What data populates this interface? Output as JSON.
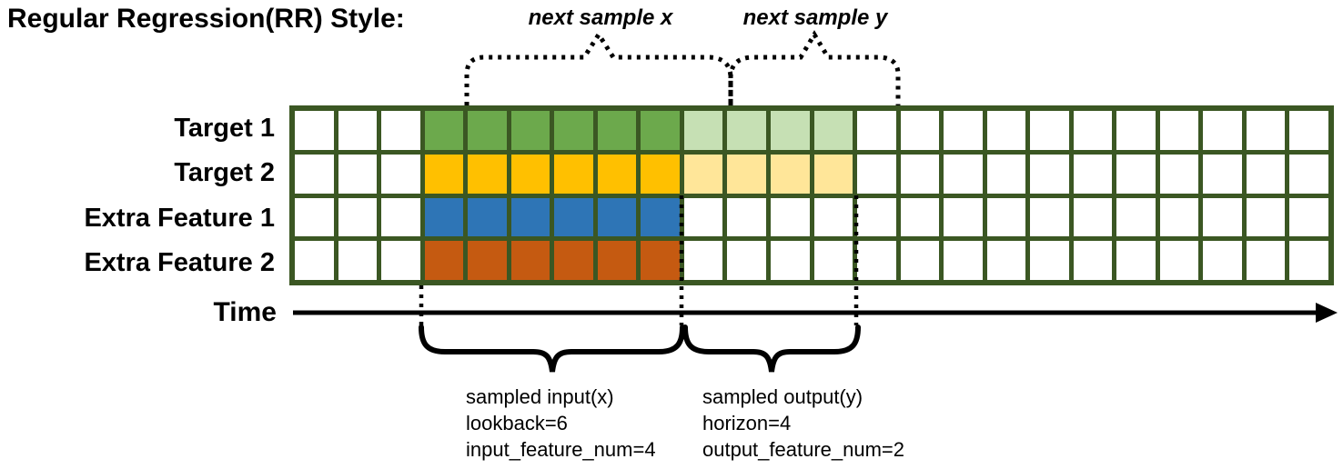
{
  "title": "Regular Regression(RR) Style:",
  "top_annotations": {
    "next_sample_x": "next sample x",
    "next_sample_y": "next sample y"
  },
  "grid": {
    "columns_total": 24,
    "regions": {
      "pre_cols": 3,
      "lookback_cols": 6,
      "horizon_cols": 4,
      "post_cols": 11
    },
    "border_color": "#3B5723",
    "empty_color": "#FFFFFF",
    "rows": [
      {
        "label": "Target 1",
        "lookback_color": "#6CA94C",
        "horizon_color": "#C6E0B4"
      },
      {
        "label": "Target 2",
        "lookback_color": "#FFC000",
        "horizon_color": "#FFE699"
      },
      {
        "label": "Extra Feature 1",
        "lookback_color": "#2E75B6",
        "horizon_color": null
      },
      {
        "label": "Extra Feature 2",
        "lookback_color": "#C55A11",
        "horizon_color": null
      }
    ]
  },
  "time_axis": {
    "label": "Time",
    "line_color": "#000000"
  },
  "sample_annotations": {
    "input": {
      "lines": [
        "sampled input(x)",
        "lookback=6",
        "input_feature_num=4"
      ]
    },
    "output": {
      "lines": [
        "sampled output(y)",
        "horizon=4",
        "output_feature_num=2"
      ]
    }
  }
}
